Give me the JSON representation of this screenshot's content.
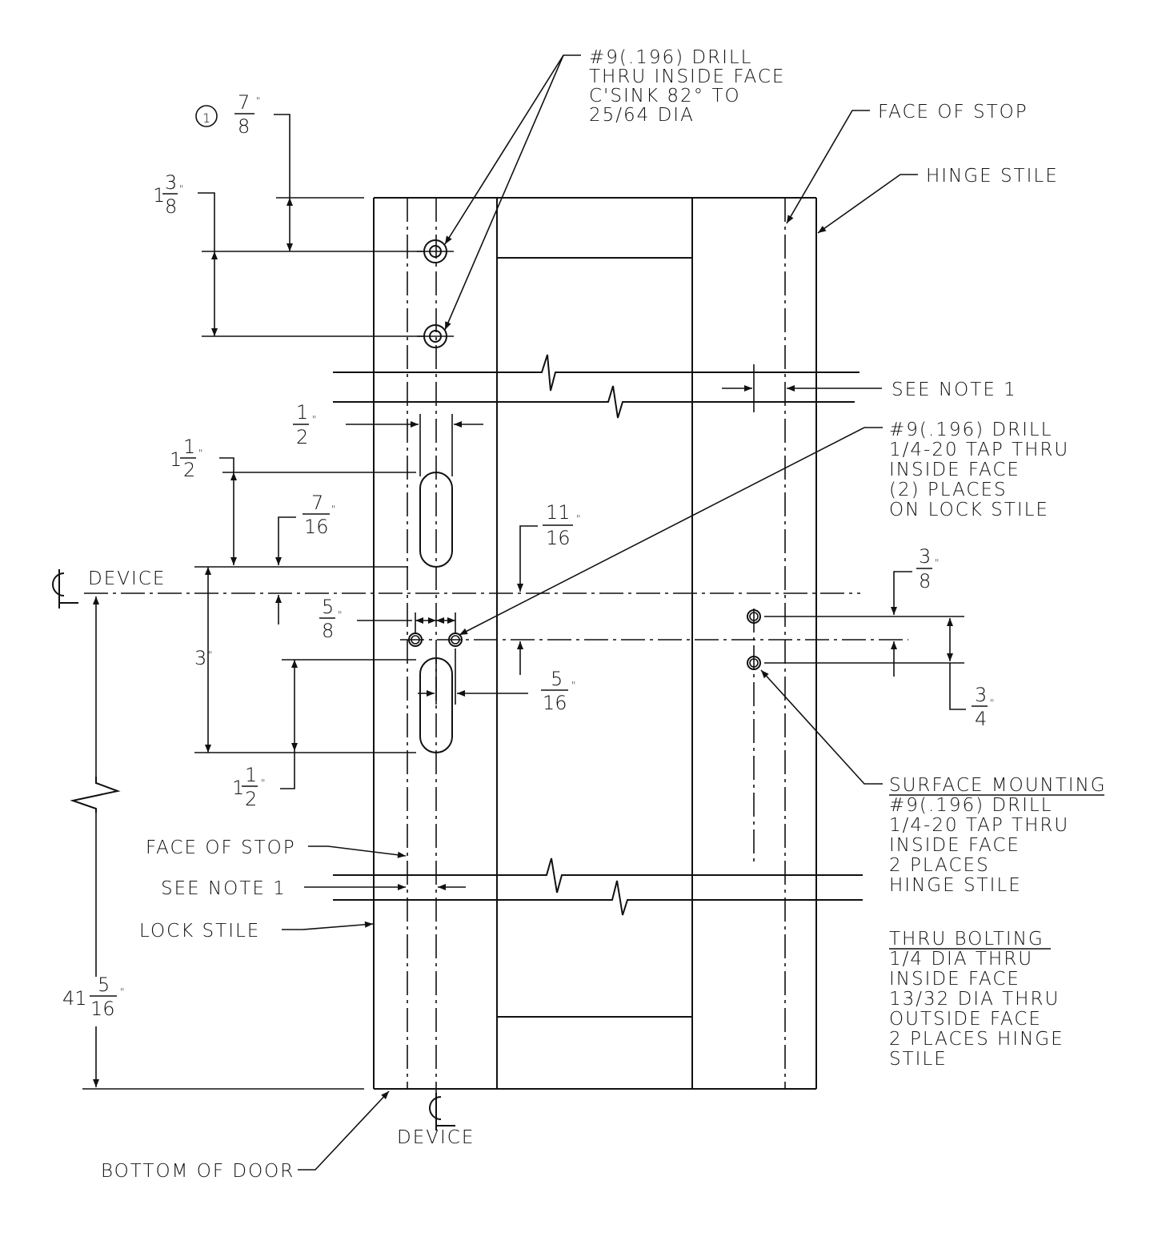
{
  "notes": {
    "drill_top": [
      "#9(.196) DRILL",
      "THRU INSIDE FACE",
      "C'SINK 82° TO",
      "25/64 DIA"
    ],
    "face_of_stop_top": "FACE OF STOP",
    "hinge_stile": "HINGE STILE",
    "see_note_right": "SEE NOTE 1",
    "drill_tap_lock": [
      "#9(.196) DRILL",
      "1/4-20 TAP THRU",
      "INSIDE FACE",
      "(2) PLACES",
      "ON LOCK STILE"
    ],
    "cl_device_left": "DEVICE",
    "surface_mounting": {
      "heading": "SURFACE MOUNTING",
      "lines": [
        "#9(.196) DRILL",
        "1/4-20 TAP THRU",
        "INSIDE FACE",
        "2 PLACES",
        "HINGE STILE"
      ]
    },
    "thru_bolting": {
      "heading": "THRU BOLTING",
      "lines": [
        "1/4 DIA THRU",
        "INSIDE FACE",
        "13/32 DIA THRU",
        "OUTSIDE FACE",
        "2 PLACES HINGE",
        "STILE"
      ]
    },
    "face_of_stop_left": "FACE OF STOP",
    "see_note_left": "SEE NOTE 1",
    "lock_stile": "LOCK STILE",
    "cl_device_bottom": "DEVICE",
    "bottom_of_door": "BOTTOM OF DOOR"
  },
  "dimensions": {
    "note_marker": "1",
    "d_7_8": {
      "num": "7",
      "den": "8",
      "unit": "\""
    },
    "d_1_3_8": {
      "whole": "1",
      "num": "3",
      "den": "8",
      "unit": "\""
    },
    "d_1_2_top": {
      "num": "1",
      "den": "2",
      "unit": "\""
    },
    "d_1_1_2_upper": {
      "whole": "1",
      "num": "1",
      "den": "2",
      "unit": "\""
    },
    "d_7_16": {
      "num": "7",
      "den": "16",
      "unit": "\""
    },
    "d_11_16": {
      "num": "11",
      "den": "16",
      "unit": "\""
    },
    "d_3_8_right": {
      "num": "3",
      "den": "8",
      "unit": "\""
    },
    "d_5_8": {
      "num": "5",
      "den": "8",
      "unit": "\""
    },
    "d_3": {
      "value": "3",
      "unit": "\""
    },
    "d_5_16": {
      "num": "5",
      "den": "16",
      "unit": "\""
    },
    "d_3_4": {
      "num": "3",
      "den": "4",
      "unit": "\""
    },
    "d_1_1_2_lower": {
      "whole": "1",
      "num": "1",
      "den": "2",
      "unit": "\""
    },
    "d_41_5_16": {
      "whole": "41",
      "num": "5",
      "den": "16",
      "unit": "\""
    }
  }
}
